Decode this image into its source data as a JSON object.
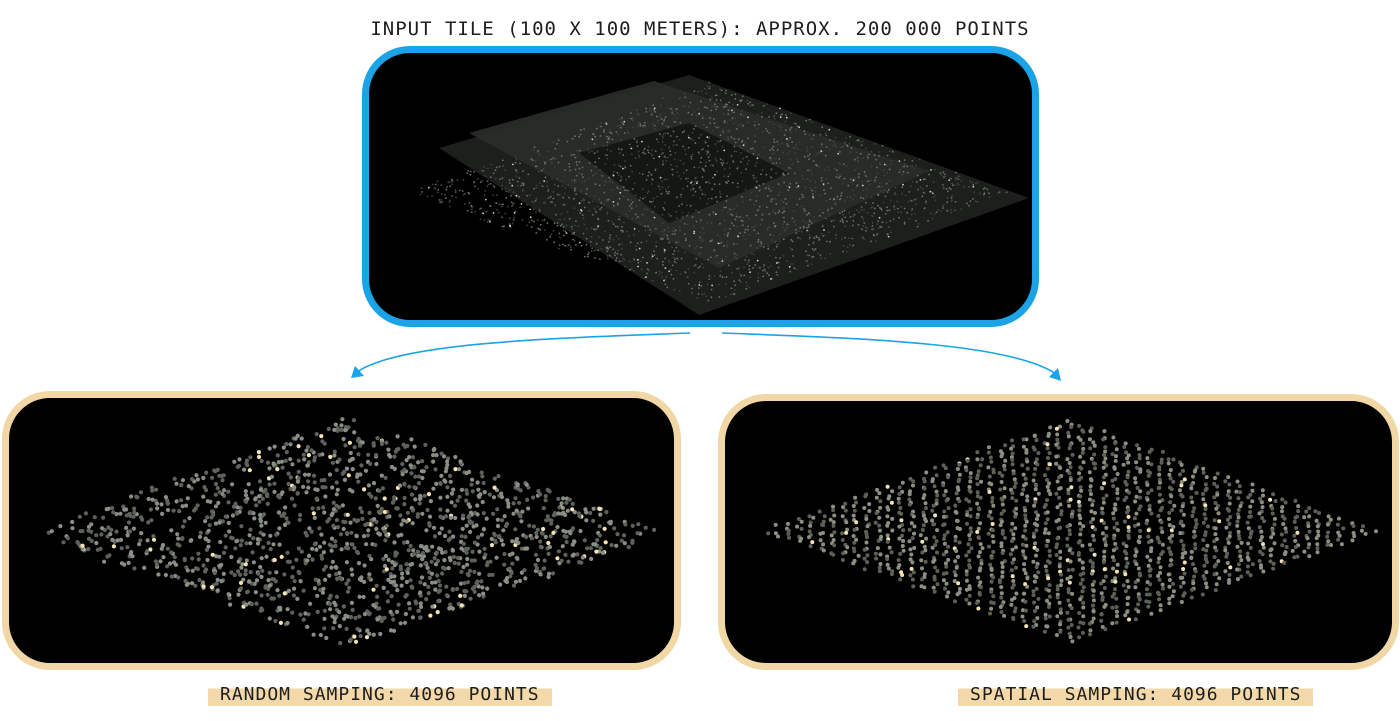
{
  "header": {
    "title": "INPUT TILE (100 X 100 METERS): APPROX. 200 000 POINTS"
  },
  "captions": {
    "random": "RANDOM SAMPING: 4096 POINTS",
    "spatial": "SPATIAL SAMPING: 4096 POINTS"
  },
  "colors": {
    "input_border": "#1aa3e6",
    "output_border": "#f2d7a6",
    "arrow": "#1aa3e6",
    "highlight": "#f3d9a9"
  },
  "icons": {
    "arrow_left": "arrow-down-left-icon",
    "arrow_right": "arrow-down-right-icon"
  }
}
